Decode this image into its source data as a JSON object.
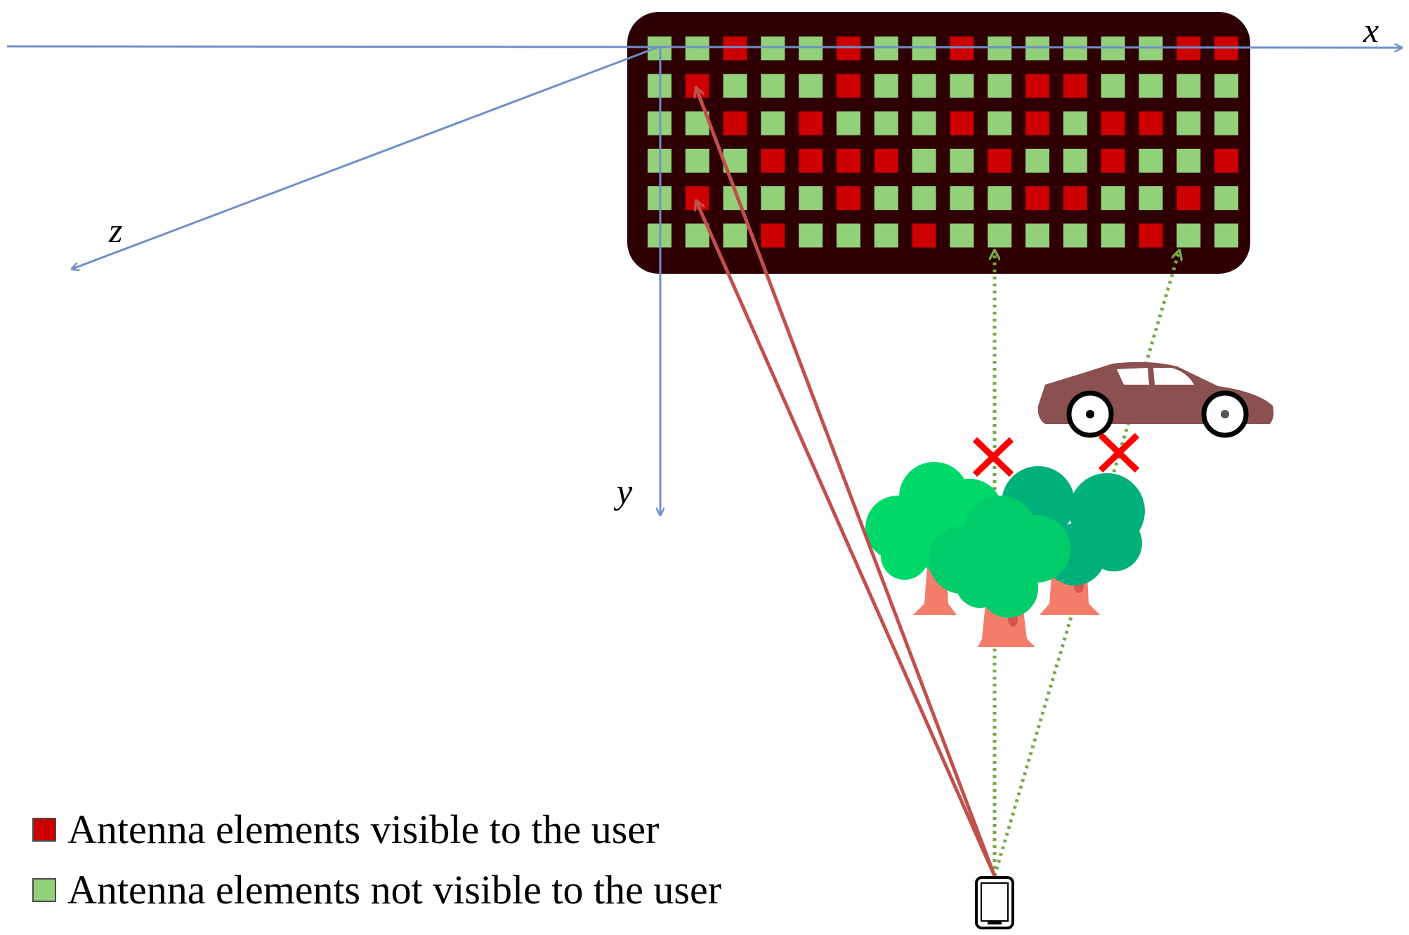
{
  "axes": {
    "x_label": "x",
    "y_label": "y",
    "z_label": "z",
    "color": "#6f8fc8"
  },
  "array": {
    "rows": 6,
    "cols": 16,
    "background_color": "#2e0004",
    "visible_color": "#cc0000",
    "hidden_color": "#93d07a",
    "visibility": [
      [
        0,
        0,
        1,
        0,
        0,
        1,
        0,
        0,
        1,
        0,
        0,
        0,
        0,
        0,
        1,
        1
      ],
      [
        0,
        1,
        0,
        0,
        0,
        1,
        0,
        0,
        0,
        0,
        1,
        1,
        0,
        0,
        0,
        0
      ],
      [
        0,
        0,
        1,
        0,
        1,
        0,
        0,
        0,
        1,
        0,
        1,
        0,
        1,
        1,
        0,
        0
      ],
      [
        0,
        0,
        0,
        1,
        1,
        1,
        1,
        0,
        0,
        1,
        0,
        0,
        1,
        0,
        0,
        1
      ],
      [
        0,
        1,
        0,
        0,
        0,
        1,
        0,
        0,
        0,
        0,
        1,
        1,
        0,
        0,
        1,
        0
      ],
      [
        0,
        0,
        0,
        1,
        0,
        0,
        0,
        1,
        0,
        0,
        0,
        0,
        0,
        1,
        0,
        0
      ]
    ]
  },
  "links": {
    "visible_color": "#c0504d",
    "blocked_color": "#77a84a",
    "blocked_marker_color": "#ff0000"
  },
  "legend": {
    "visible_label": "Antenna elements visible to the user",
    "not_visible_label": "Antenna elements not visible to the user"
  },
  "icons": [
    "tree-icon",
    "car-icon",
    "phone-icon",
    "blocked-x-icon"
  ]
}
